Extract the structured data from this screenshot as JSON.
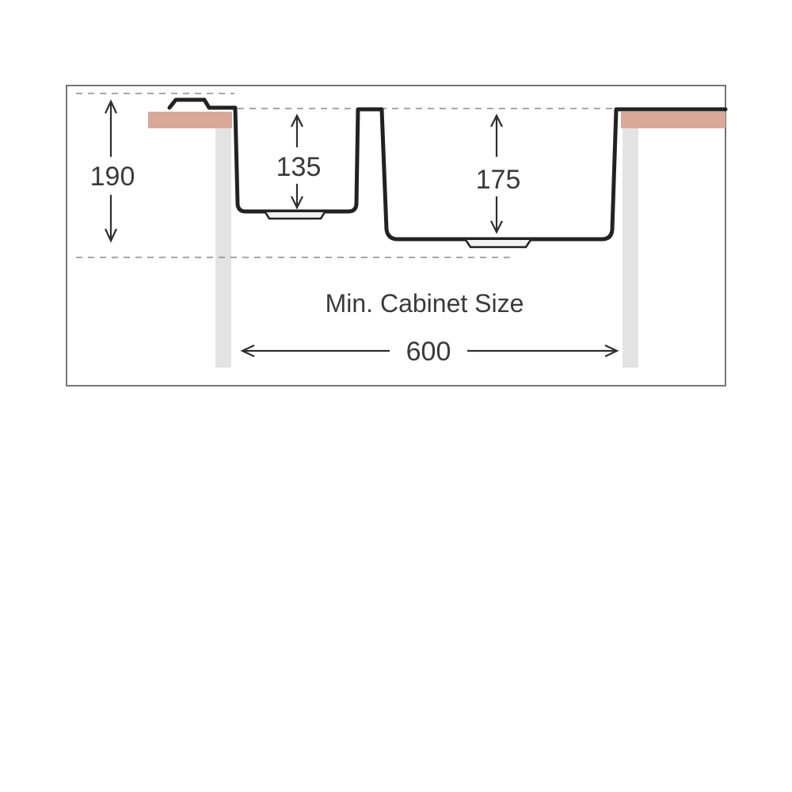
{
  "diagram": {
    "caption": "Min. Cabinet Size",
    "dimensions": {
      "overall_depth": "190",
      "small_bowl_depth": "135",
      "large_bowl_depth": "175",
      "cabinet_width": "600"
    },
    "colors": {
      "frame": "#777777",
      "countertop": "#d9a898",
      "cabinet_wall": "#e3e3e3",
      "sink_outline": "#222222",
      "dashed_line": "#8a8a8a",
      "text": "#3a3a3a"
    }
  }
}
